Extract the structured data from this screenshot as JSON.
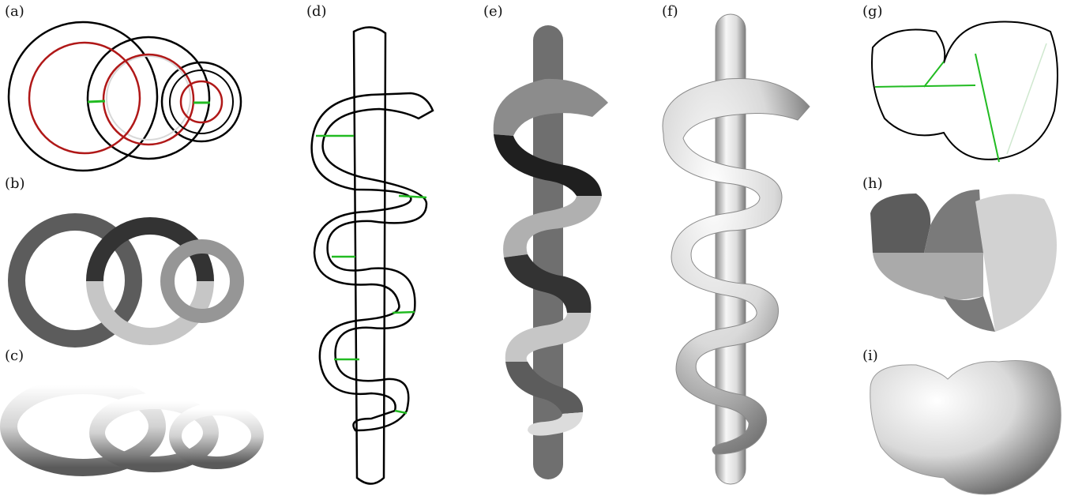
{
  "panels": {
    "a": "(a)",
    "b": "(b)",
    "c": "(c)",
    "d": "(d)",
    "e": "(e)",
    "f": "(f)",
    "g": "(g)",
    "h": "(h)",
    "i": "(i)"
  },
  "colors": {
    "outline": "#000000",
    "medial": "#b01818",
    "cut": "#22bb22",
    "ghost": "#d8d8d8",
    "segments": [
      "#5c5c5c",
      "#333333",
      "#c6c6c6",
      "#969696",
      "#1f1f1f",
      "#b0b0b0",
      "#dcdcdc"
    ]
  }
}
